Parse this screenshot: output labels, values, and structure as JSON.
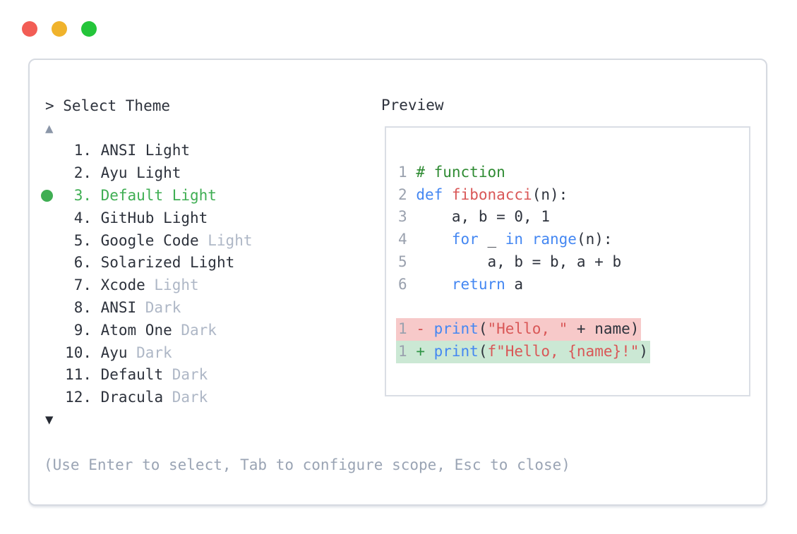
{
  "colors": {
    "accent_green": "#3fae53",
    "text_dark": "#2d323c",
    "text_muted": "#aeb7c6",
    "hint_gray": "#9aa4b4",
    "line_number": "#9aa1ae",
    "scroll_up": "#8b96a8",
    "scroll_down": "#262a33",
    "comment_green": "#2f8b33",
    "keyword_blue": "#4487f2",
    "string_red": "#d95757",
    "diff_del_red": "#d34f4f",
    "diff_add_green": "#2f9445",
    "diff_del_bg": "#f7c9c9",
    "diff_add_bg": "#cbe8d4",
    "border_gray": "#d6dae1",
    "traffic_red": "#f25d55",
    "traffic_yellow": "#f0b32c",
    "traffic_green": "#24c53a"
  },
  "theme_picker": {
    "prompt": "> Select Theme",
    "scroll_up_icon": "▲",
    "scroll_down_icon": "▼",
    "items": [
      {
        "num": "1.",
        "name": "ANSI Light",
        "suffix": "",
        "selected": false
      },
      {
        "num": "2.",
        "name": "Ayu Light",
        "suffix": "",
        "selected": false
      },
      {
        "num": "3.",
        "name": "Default Light",
        "suffix": "",
        "selected": true
      },
      {
        "num": "4.",
        "name": "GitHub Light",
        "suffix": "",
        "selected": false
      },
      {
        "num": "5.",
        "name": "Google Code",
        "suffix": "Light",
        "selected": false
      },
      {
        "num": "6.",
        "name": "Solarized Light",
        "suffix": "",
        "selected": false
      },
      {
        "num": "7.",
        "name": "Xcode",
        "suffix": "Light",
        "selected": false
      },
      {
        "num": "8.",
        "name": "ANSI",
        "suffix": "Dark",
        "selected": false
      },
      {
        "num": "9.",
        "name": "Atom One",
        "suffix": "Dark",
        "selected": false
      },
      {
        "num": "10.",
        "name": "Ayu",
        "suffix": "Dark",
        "selected": false
      },
      {
        "num": "11.",
        "name": "Default",
        "suffix": "Dark",
        "selected": false
      },
      {
        "num": "12.",
        "name": "Dracula",
        "suffix": "Dark",
        "selected": false
      }
    ],
    "hint": "(Use Enter to select, Tab to configure scope, Esc to close)"
  },
  "preview": {
    "label": "Preview",
    "code_lines": [
      {
        "num": "1",
        "diff": "",
        "tokens": [
          {
            "t": "# function",
            "c": "comment"
          }
        ]
      },
      {
        "num": "2",
        "diff": "",
        "tokens": [
          {
            "t": "def",
            "c": "kw"
          },
          {
            "t": " ",
            "c": "plain"
          },
          {
            "t": "fibonacci",
            "c": "fn"
          },
          {
            "t": "(n):",
            "c": "plain"
          }
        ]
      },
      {
        "num": "3",
        "diff": "",
        "tokens": [
          {
            "t": "    a, b = 0, 1",
            "c": "plain"
          }
        ]
      },
      {
        "num": "4",
        "diff": "",
        "tokens": [
          {
            "t": "    ",
            "c": "plain"
          },
          {
            "t": "for",
            "c": "kw"
          },
          {
            "t": " _ ",
            "c": "plain"
          },
          {
            "t": "in",
            "c": "kw"
          },
          {
            "t": " ",
            "c": "plain"
          },
          {
            "t": "range",
            "c": "kw"
          },
          {
            "t": "(n):",
            "c": "plain"
          }
        ]
      },
      {
        "num": "5",
        "diff": "",
        "tokens": [
          {
            "t": "        a, b = b, a + b",
            "c": "plain"
          }
        ]
      },
      {
        "num": "6",
        "diff": "",
        "tokens": [
          {
            "t": "    ",
            "c": "plain"
          },
          {
            "t": "return",
            "c": "kw"
          },
          {
            "t": " a",
            "c": "plain"
          }
        ]
      },
      {
        "num": "",
        "diff": "",
        "tokens": []
      },
      {
        "num": "1",
        "diff": "del",
        "tokens": [
          {
            "t": "- ",
            "c": "del"
          },
          {
            "t": "print",
            "c": "kw"
          },
          {
            "t": "(",
            "c": "plain"
          },
          {
            "t": "\"Hello, \"",
            "c": "str"
          },
          {
            "t": " + name)",
            "c": "plain"
          }
        ]
      },
      {
        "num": "1",
        "diff": "add",
        "tokens": [
          {
            "t": "+ ",
            "c": "add"
          },
          {
            "t": "print",
            "c": "kw"
          },
          {
            "t": "(",
            "c": "plain"
          },
          {
            "t": "f\"Hello, {name}!\"",
            "c": "str"
          },
          {
            "t": ")",
            "c": "plain"
          }
        ]
      }
    ]
  }
}
